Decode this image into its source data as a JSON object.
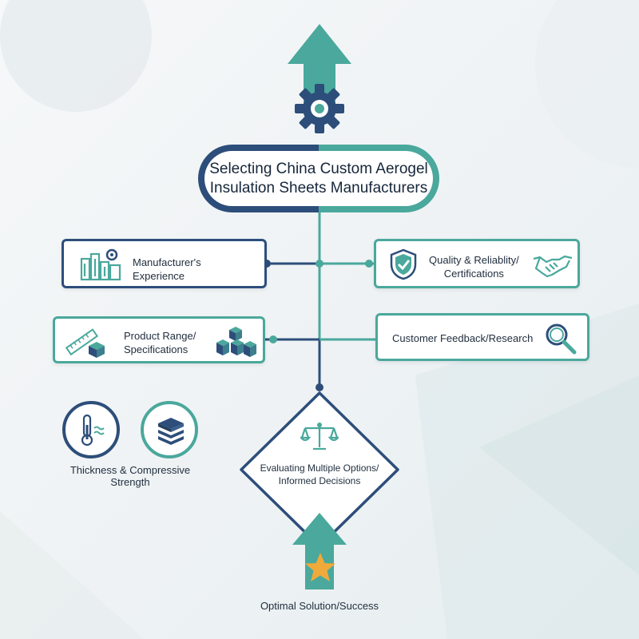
{
  "colors": {
    "navy": "#2d4e7a",
    "teal": "#4aa89c",
    "star": "#f0a93b",
    "background": "#f2f5f6"
  },
  "header": {
    "title_line1": "Selecting China Custom Aerogel",
    "title_line2": "Insulation Sheets Manufacturers",
    "top_icon": "gear-icon"
  },
  "factors": {
    "experience": {
      "line1": "Manufacturer's",
      "line2": "Experience",
      "icon": "factory-icon"
    },
    "quality": {
      "line1": "Quality & Reliablity/",
      "line2": "Certifications",
      "icon": "shield-check-icon",
      "icon2": "handshake-icon"
    },
    "product": {
      "line1": "Product Range/",
      "line2": "Specifications",
      "icon": "ruler-icon",
      "icon2": "cubes-icon"
    },
    "feedback": {
      "line1": "Customer Feedback/Research",
      "icon": "magnifier-icon"
    }
  },
  "specs": {
    "label": "Thickness & Compressive Strength",
    "icon1": "thermometer-icon",
    "icon2": "layers-icon"
  },
  "decision": {
    "line1": "Evaluating Multiple Options/",
    "line2": "Informed Decisions",
    "icon": "scales-icon"
  },
  "outcome": {
    "label": "Optimal Solution/Success",
    "icon": "star-icon"
  }
}
